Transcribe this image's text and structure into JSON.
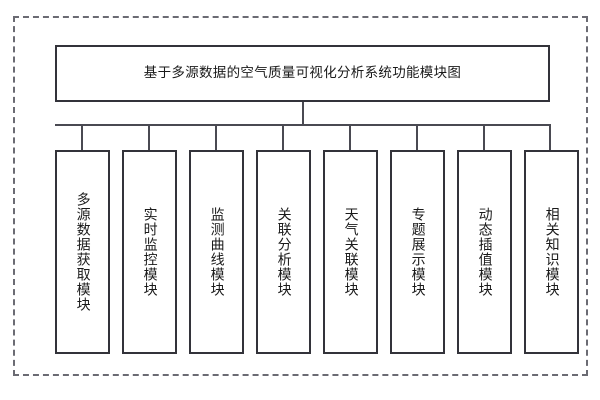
{
  "diagram": {
    "type": "hierarchy-tree",
    "orientation": "top-down",
    "frame_style": "dashed",
    "colors": {
      "background": "#ffffff",
      "node_border": "#33333a",
      "connector": "#4a4a52",
      "frame_border": "#6b6b73",
      "text": "#1a1a1a"
    },
    "root": {
      "label": "基于多源数据的空气质量可视化分析系统功能模块图"
    },
    "modules": [
      {
        "label": "多源数据获取模块"
      },
      {
        "label": "实时监控模块"
      },
      {
        "label": "监测曲线模块"
      },
      {
        "label": "关联分析模块"
      },
      {
        "label": "天气关联模块"
      },
      {
        "label": "专题展示模块"
      },
      {
        "label": "动态插值模块"
      },
      {
        "label": "相关知识模块"
      }
    ]
  }
}
